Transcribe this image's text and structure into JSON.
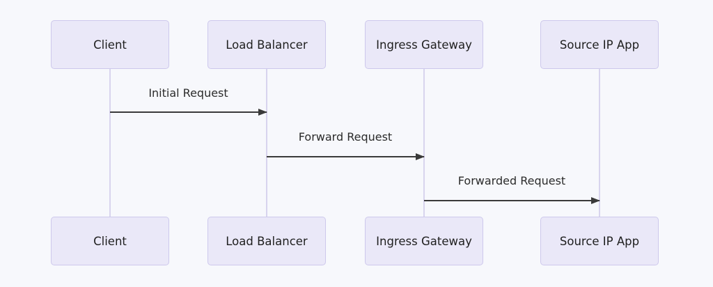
{
  "diagram": {
    "type": "sequence-diagram",
    "participants": [
      {
        "id": "client",
        "label": "Client"
      },
      {
        "id": "load-balancer",
        "label": "Load Balancer"
      },
      {
        "id": "ingress-gateway",
        "label": "Ingress Gateway"
      },
      {
        "id": "source-ip-app",
        "label": "Source IP App"
      }
    ],
    "messages": [
      {
        "label": "Initial Request",
        "from": "Client",
        "to": "Load Balancer"
      },
      {
        "label": "Forward Request",
        "from": "Load Balancer",
        "to": "Ingress Gateway"
      },
      {
        "label": "Forwarded Request",
        "from": "Ingress Gateway",
        "to": "Source IP App"
      }
    ],
    "colors": {
      "background": "#f7f8fc",
      "actor_fill": "#eae8f8",
      "actor_border": "#cdc8ec",
      "lifeline": "#d8d4ee",
      "arrow": "#3a3a3a",
      "text": "#1f1f1f"
    }
  }
}
